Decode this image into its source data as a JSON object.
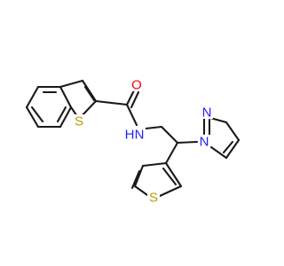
{
  "colors": {
    "bond": "#1a1a1a",
    "carbon": "#1a1a1a",
    "nitrogen": "#2020ff",
    "oxygen": "#ff0000",
    "sulfur": "#b8a000"
  },
  "atoms": [
    {
      "id": "o1",
      "element": "oxygen",
      "label": "O"
    },
    {
      "id": "n_amide",
      "element": "nitrogen",
      "label": "N"
    },
    {
      "id": "h_amide",
      "element": "nitrogen",
      "label": "H"
    },
    {
      "id": "s_benzothiophene",
      "element": "sulfur",
      "label": "S"
    },
    {
      "id": "n_pyrazole_1",
      "element": "nitrogen",
      "label": "N"
    },
    {
      "id": "n_pyrazole_2",
      "element": "nitrogen",
      "label": "N"
    },
    {
      "id": "s_thiophene",
      "element": "sulfur",
      "label": "S"
    }
  ]
}
